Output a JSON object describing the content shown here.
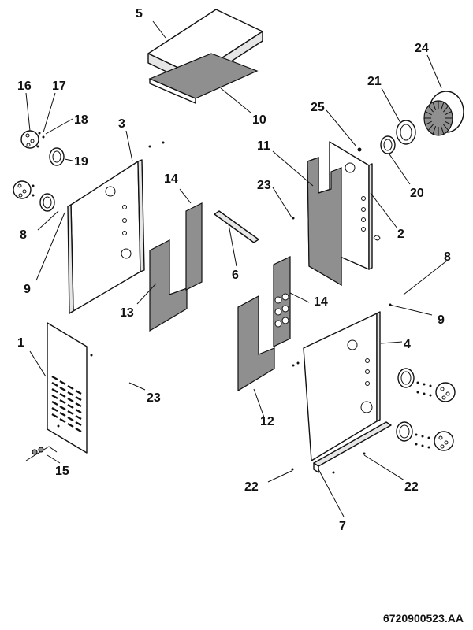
{
  "drawing": {
    "code": "6720900523.AA",
    "callouts": {
      "c1": "1",
      "c2": "2",
      "c3": "3",
      "c4": "4",
      "c5": "5",
      "c6": "6",
      "c7": "7",
      "c8a": "8",
      "c8b": "8",
      "c9a": "9",
      "c9b": "9",
      "c10": "10",
      "c11": "11",
      "c12": "12",
      "c13": "13",
      "c14a": "14",
      "c14b": "14",
      "c15": "15",
      "c16": "16",
      "c17": "17",
      "c18": "18",
      "c19": "19",
      "c20": "20",
      "c21": "21",
      "c22a": "22",
      "c22b": "22",
      "c23a": "23",
      "c23b": "23",
      "c24": "24",
      "c25": "25"
    }
  }
}
